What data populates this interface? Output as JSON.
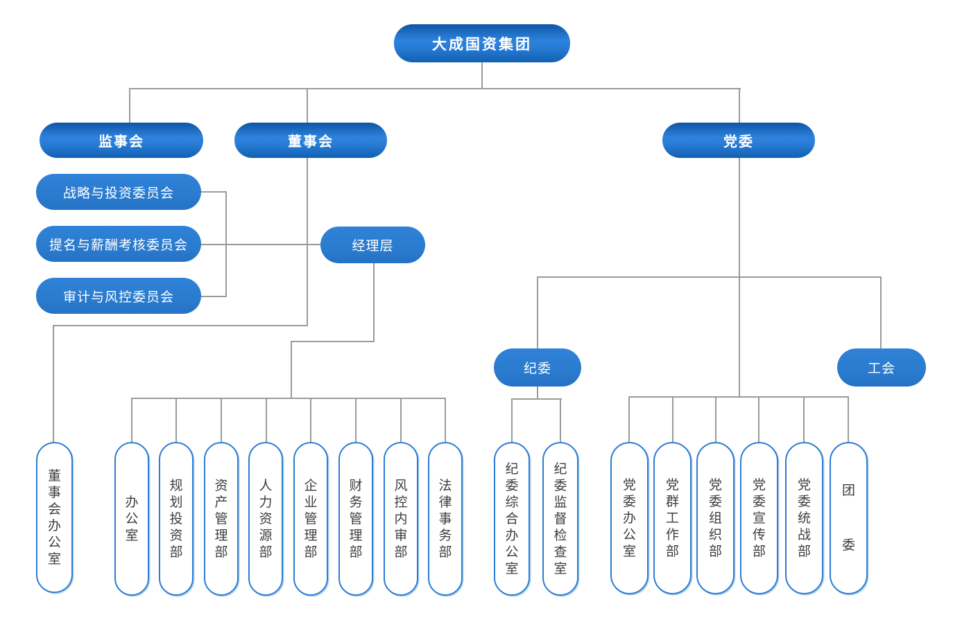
{
  "colors": {
    "node_blue": "#2b7cd3",
    "node_blue_dark": "#0d56a6",
    "pill_border_blue": "#2b7cd3",
    "connector_gray": "#9a9a9a",
    "node_text": "#ffffff",
    "pill_text": "#3d3d3d",
    "background": "#ffffff"
  },
  "chart": {
    "root": "大成国资集团",
    "supervisory_board": "监事会",
    "board_of_directors": "董事会",
    "party_committee": "党委",
    "board_committees": [
      "战略与投资委员会",
      "提名与薪酬考核委员会",
      "审计与风控委员会"
    ],
    "management": "经理层",
    "discipline_committee": "纪委",
    "labor_union": "工会",
    "board_office": "董事会办公室",
    "management_departments": [
      "办公室",
      "规划投资部",
      "资产管理部",
      "人力资源部",
      "企业管理部",
      "财务管理部",
      "风控内审部",
      "法律事务部"
    ],
    "discipline_offices": [
      "纪委综合办公室",
      "纪委监督检查室"
    ],
    "party_departments": [
      "党委办公室",
      "党群工作部",
      "党委组织部",
      "党委宣传部",
      "党委统战部",
      "团委"
    ]
  }
}
